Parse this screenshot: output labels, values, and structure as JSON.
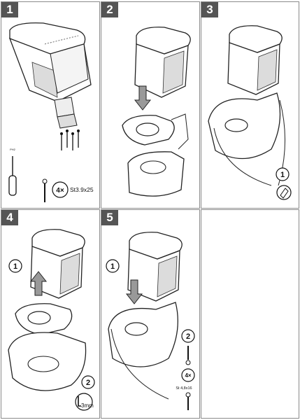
{
  "steps": [
    {
      "number": "1",
      "quantity": "4×",
      "screw_spec": "St3.9x25",
      "tool_label": "PH2"
    },
    {
      "number": "2"
    },
    {
      "number": "3",
      "callout": "1"
    },
    {
      "number": "4",
      "callout_a": "1",
      "callout_b": "2",
      "hex_size": "3mm"
    },
    {
      "number": "5",
      "callout_a": "1",
      "callout_b": "2",
      "quantity": "4×",
      "screw_spec": "St 4,8x16"
    }
  ]
}
